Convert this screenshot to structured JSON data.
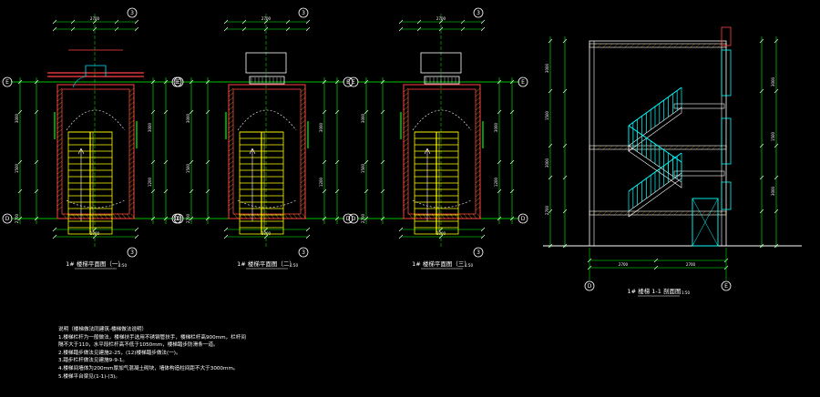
{
  "colors": {
    "background": "#000000",
    "grid": "#00ff00",
    "wall": "#ff4040",
    "dimension": "#ffffff",
    "stair": "#ffff00",
    "railing": "#00ffff",
    "door": "#00e5ff",
    "hatch": "#ffb000"
  },
  "axes": {
    "row_top": "E",
    "row_bottom": "D",
    "col": "3"
  },
  "plans": [
    {
      "id": "plan-1",
      "title": "1# 楼梯平面图（一）",
      "scale": "1:50"
    },
    {
      "id": "plan-2",
      "title": "1# 楼梯平面图（二）",
      "scale": "1:50"
    },
    {
      "id": "plan-3",
      "title": "1# 楼梯平面图（三）",
      "scale": "1:50"
    }
  ],
  "section": {
    "title": "1# 楼梯 1-1 剖面图",
    "scale": "1:50",
    "axis_left": "D",
    "axis_right": "E"
  },
  "notes": [
    "说明（楼梯做法同建筑-楼梯做法说明）",
    "1.楼梯栏杆为一般做法，楼梯扶手选用不锈钢管扶手，楼梯栏杆高900mm，栏杆间",
    "隔不大于110，水平段栏杆高不低于1050mm，楼梯踏步防滑条一道。",
    "2.楼梯踏步做法见建施2-25，(12)楼梯踏步做法(一)。",
    "3.踏步栏杆做法见建施9-9-1。",
    "4.楼梯间墙体为200mm厚加气混凝土砌块，墙体构造柱间距不大于3000mm。",
    "5.楼梯平台梁见(1-1)-(3)。"
  ]
}
